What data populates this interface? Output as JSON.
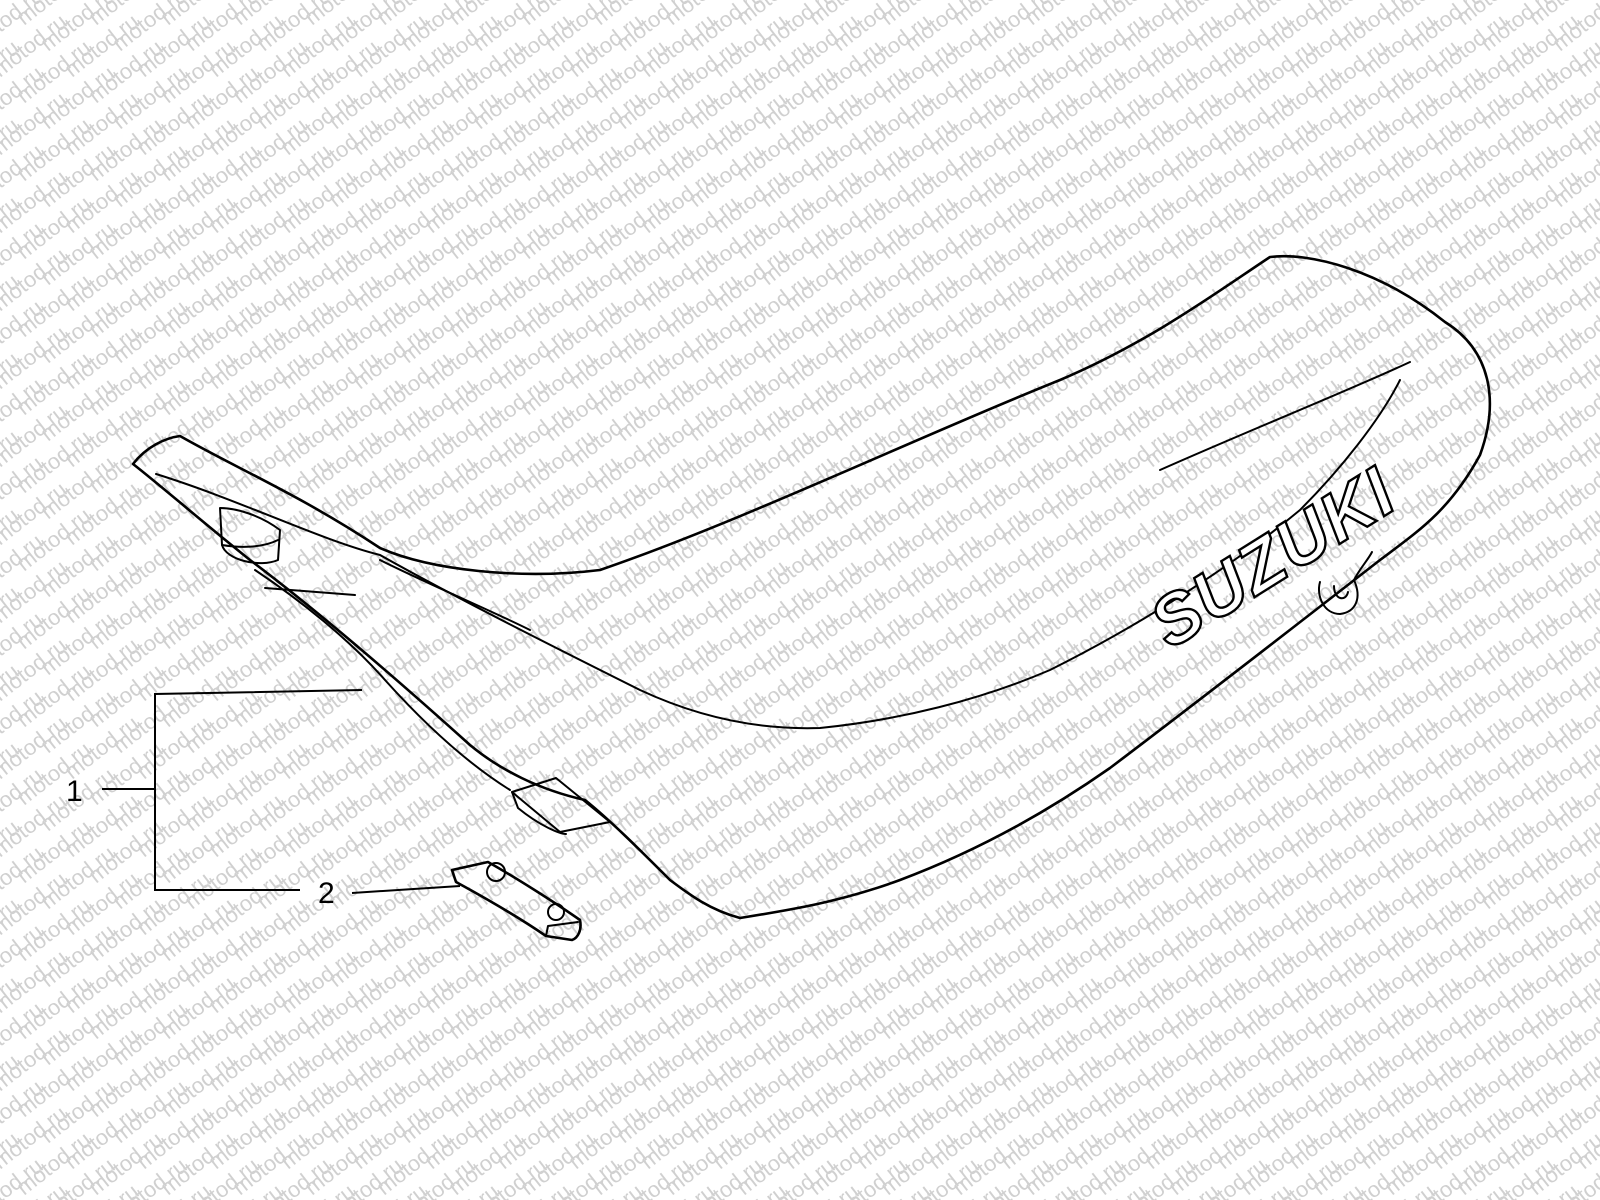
{
  "watermark": {
    "text": "motod.ru",
    "color": "#d0d0d0"
  },
  "diagram": {
    "part": "seat",
    "logo_text": "SUZUKI"
  },
  "callouts": [
    {
      "number": "1",
      "part": "seat assembly"
    },
    {
      "number": "2",
      "part": "seat hook / bracket"
    }
  ],
  "colors": {
    "line": "#000000",
    "background": "#ffffff"
  }
}
